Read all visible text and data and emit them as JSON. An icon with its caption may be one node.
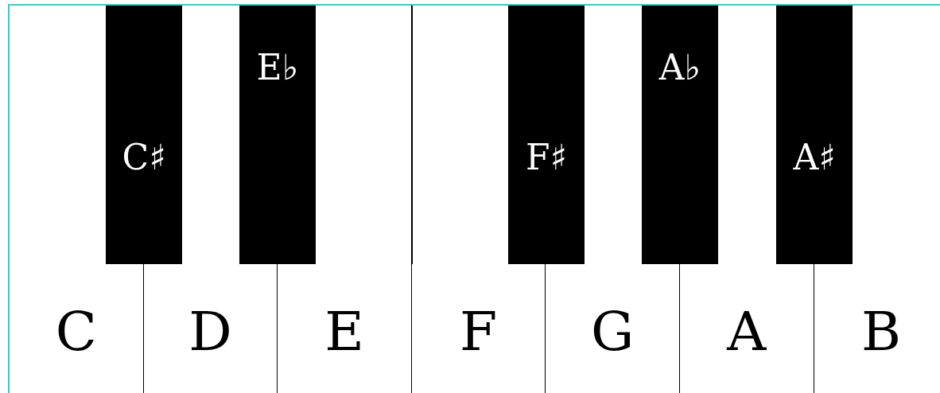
{
  "diagram": {
    "nodes": [
      {
        "text": [
          "C"
        ]
      },
      {
        "text": [
          "C♯"
        ]
      },
      {
        "text": [
          "D"
        ]
      },
      {
        "text": [
          "E♭"
        ]
      },
      {
        "text": [
          "E"
        ]
      },
      {
        "text": [
          "F"
        ]
      },
      {
        "text": [
          "F♯"
        ]
      },
      {
        "text": [
          "G"
        ]
      },
      {
        "text": [
          "A♭"
        ]
      },
      {
        "text": [
          "A"
        ]
      },
      {
        "text": [
          "A♯"
        ]
      },
      {
        "text": [
          "B"
        ]
      }
    ]
  }
}
